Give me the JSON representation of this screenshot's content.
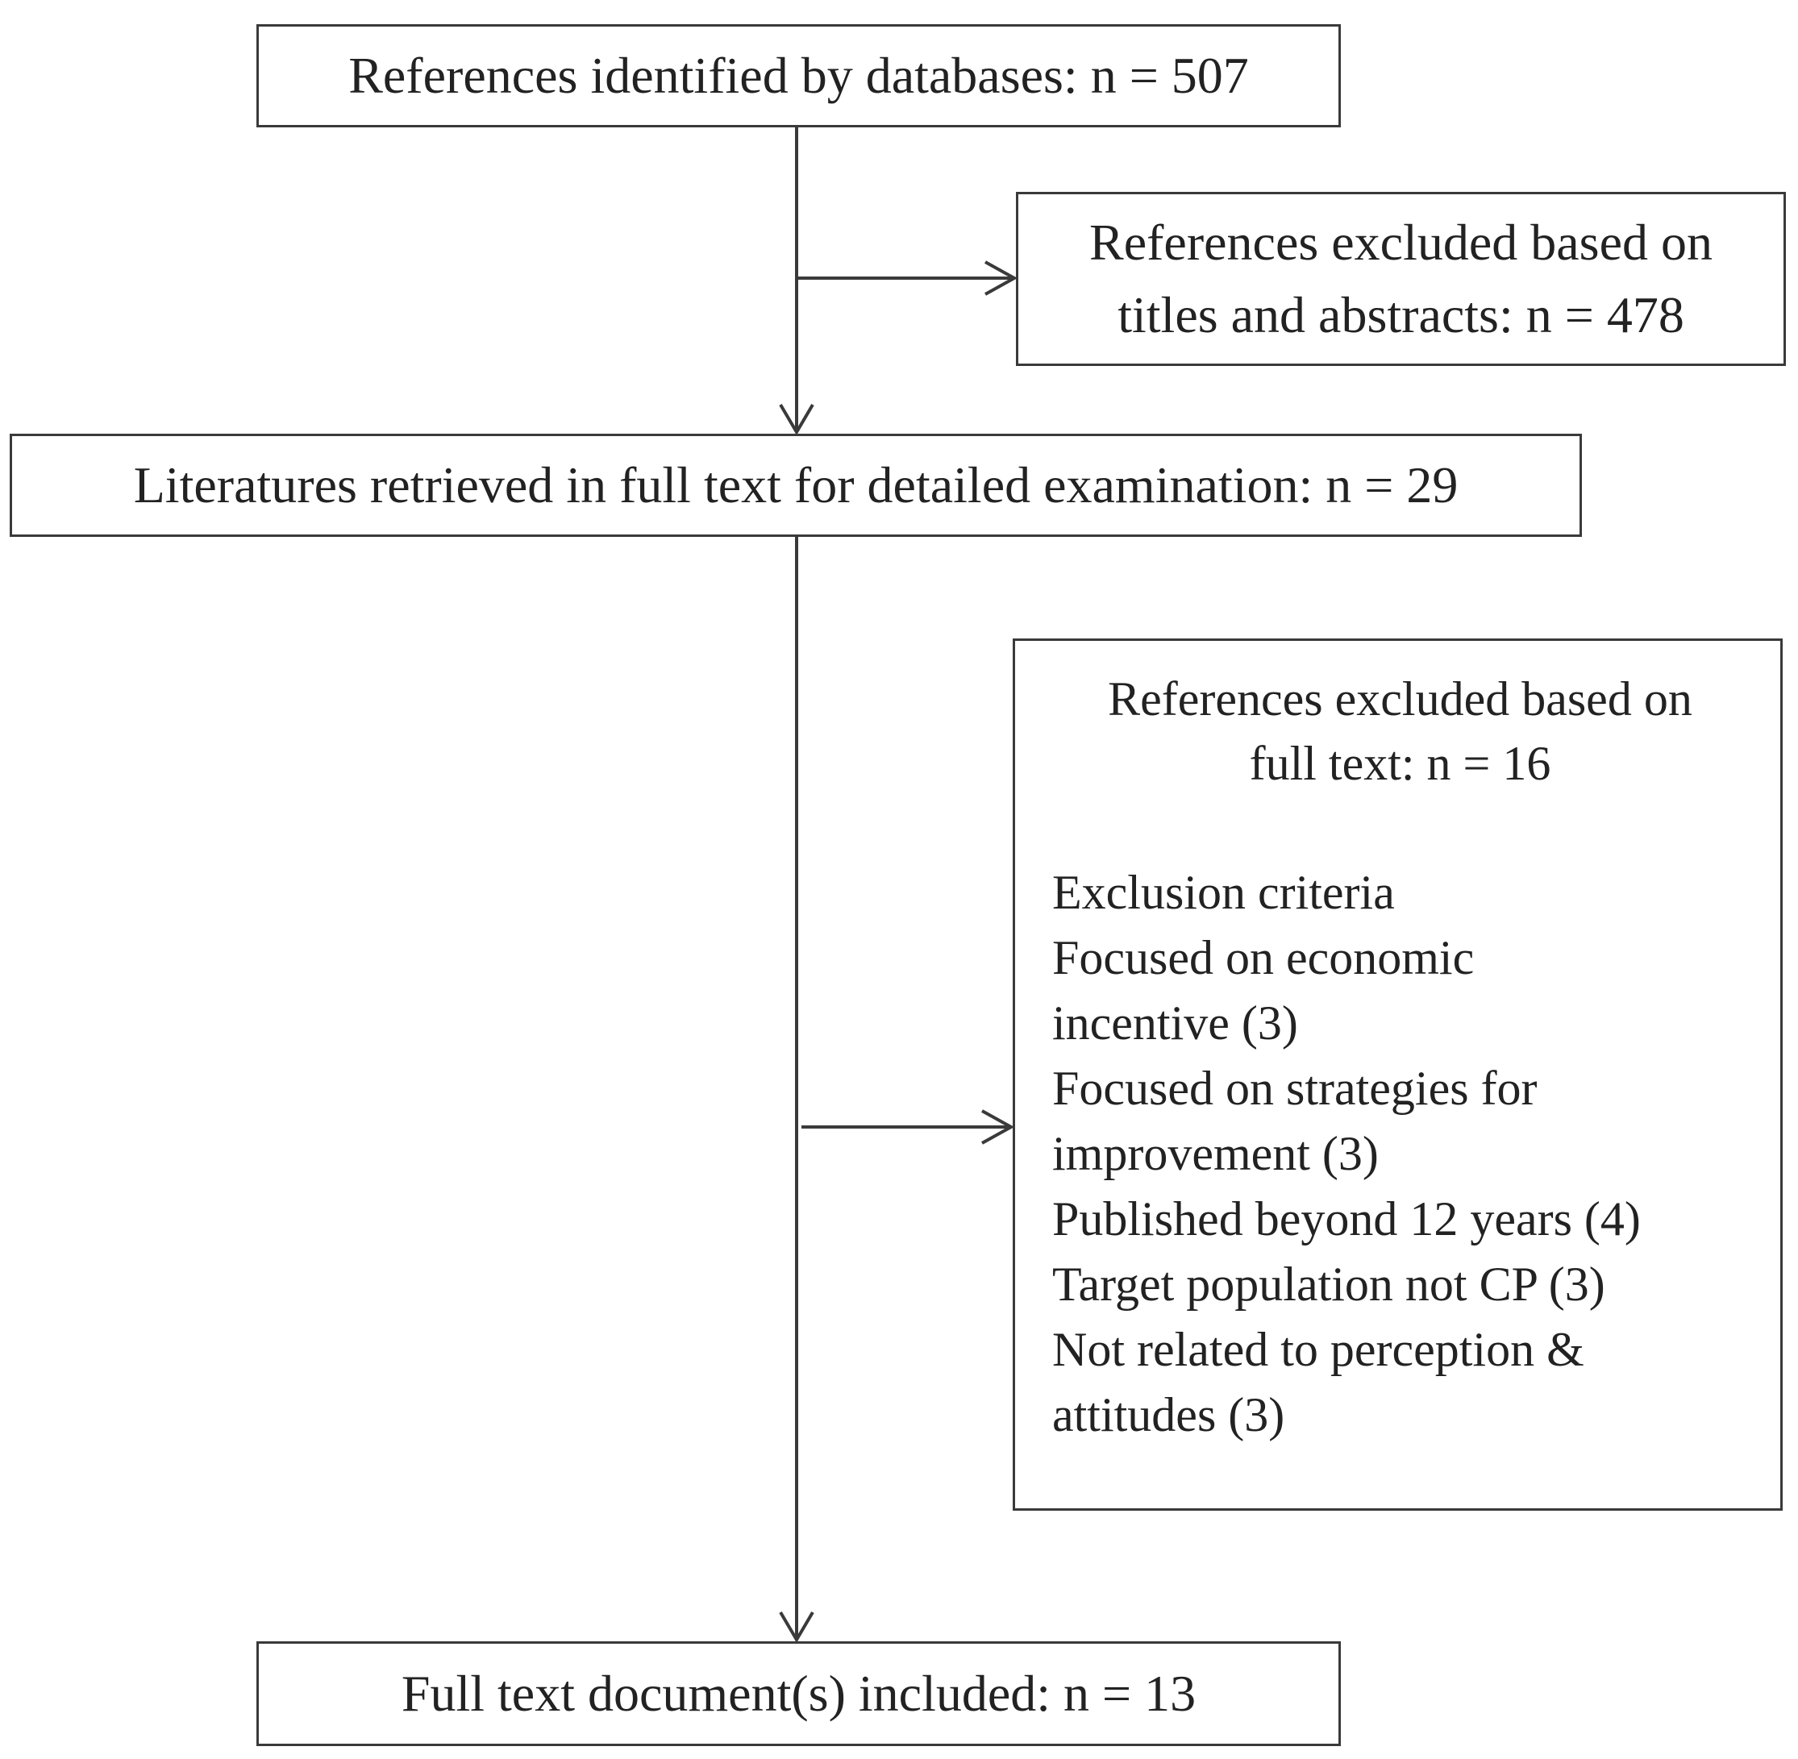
{
  "flow": {
    "identified": "References identified by databases: n = 507",
    "excluded_titles": [
      "References excluded based on",
      "titles and abstracts: n = 478"
    ],
    "retrieved": "Literatures retrieved in full text for detailed examination: n = 29",
    "excluded_fulltext": {
      "heading": [
        "References excluded based on",
        "full text: n = 16"
      ],
      "criteria_title": "Exclusion criteria",
      "criteria": [
        "Focused on economic",
        "incentive (3)",
        "Focused on strategies for",
        "improvement (3)",
        "Published beyond 12 years (4)",
        "Target population not CP (3)",
        "Not related to perception &",
        "attitudes (3)"
      ]
    },
    "included": "Full text document(s) included: n = 13"
  }
}
